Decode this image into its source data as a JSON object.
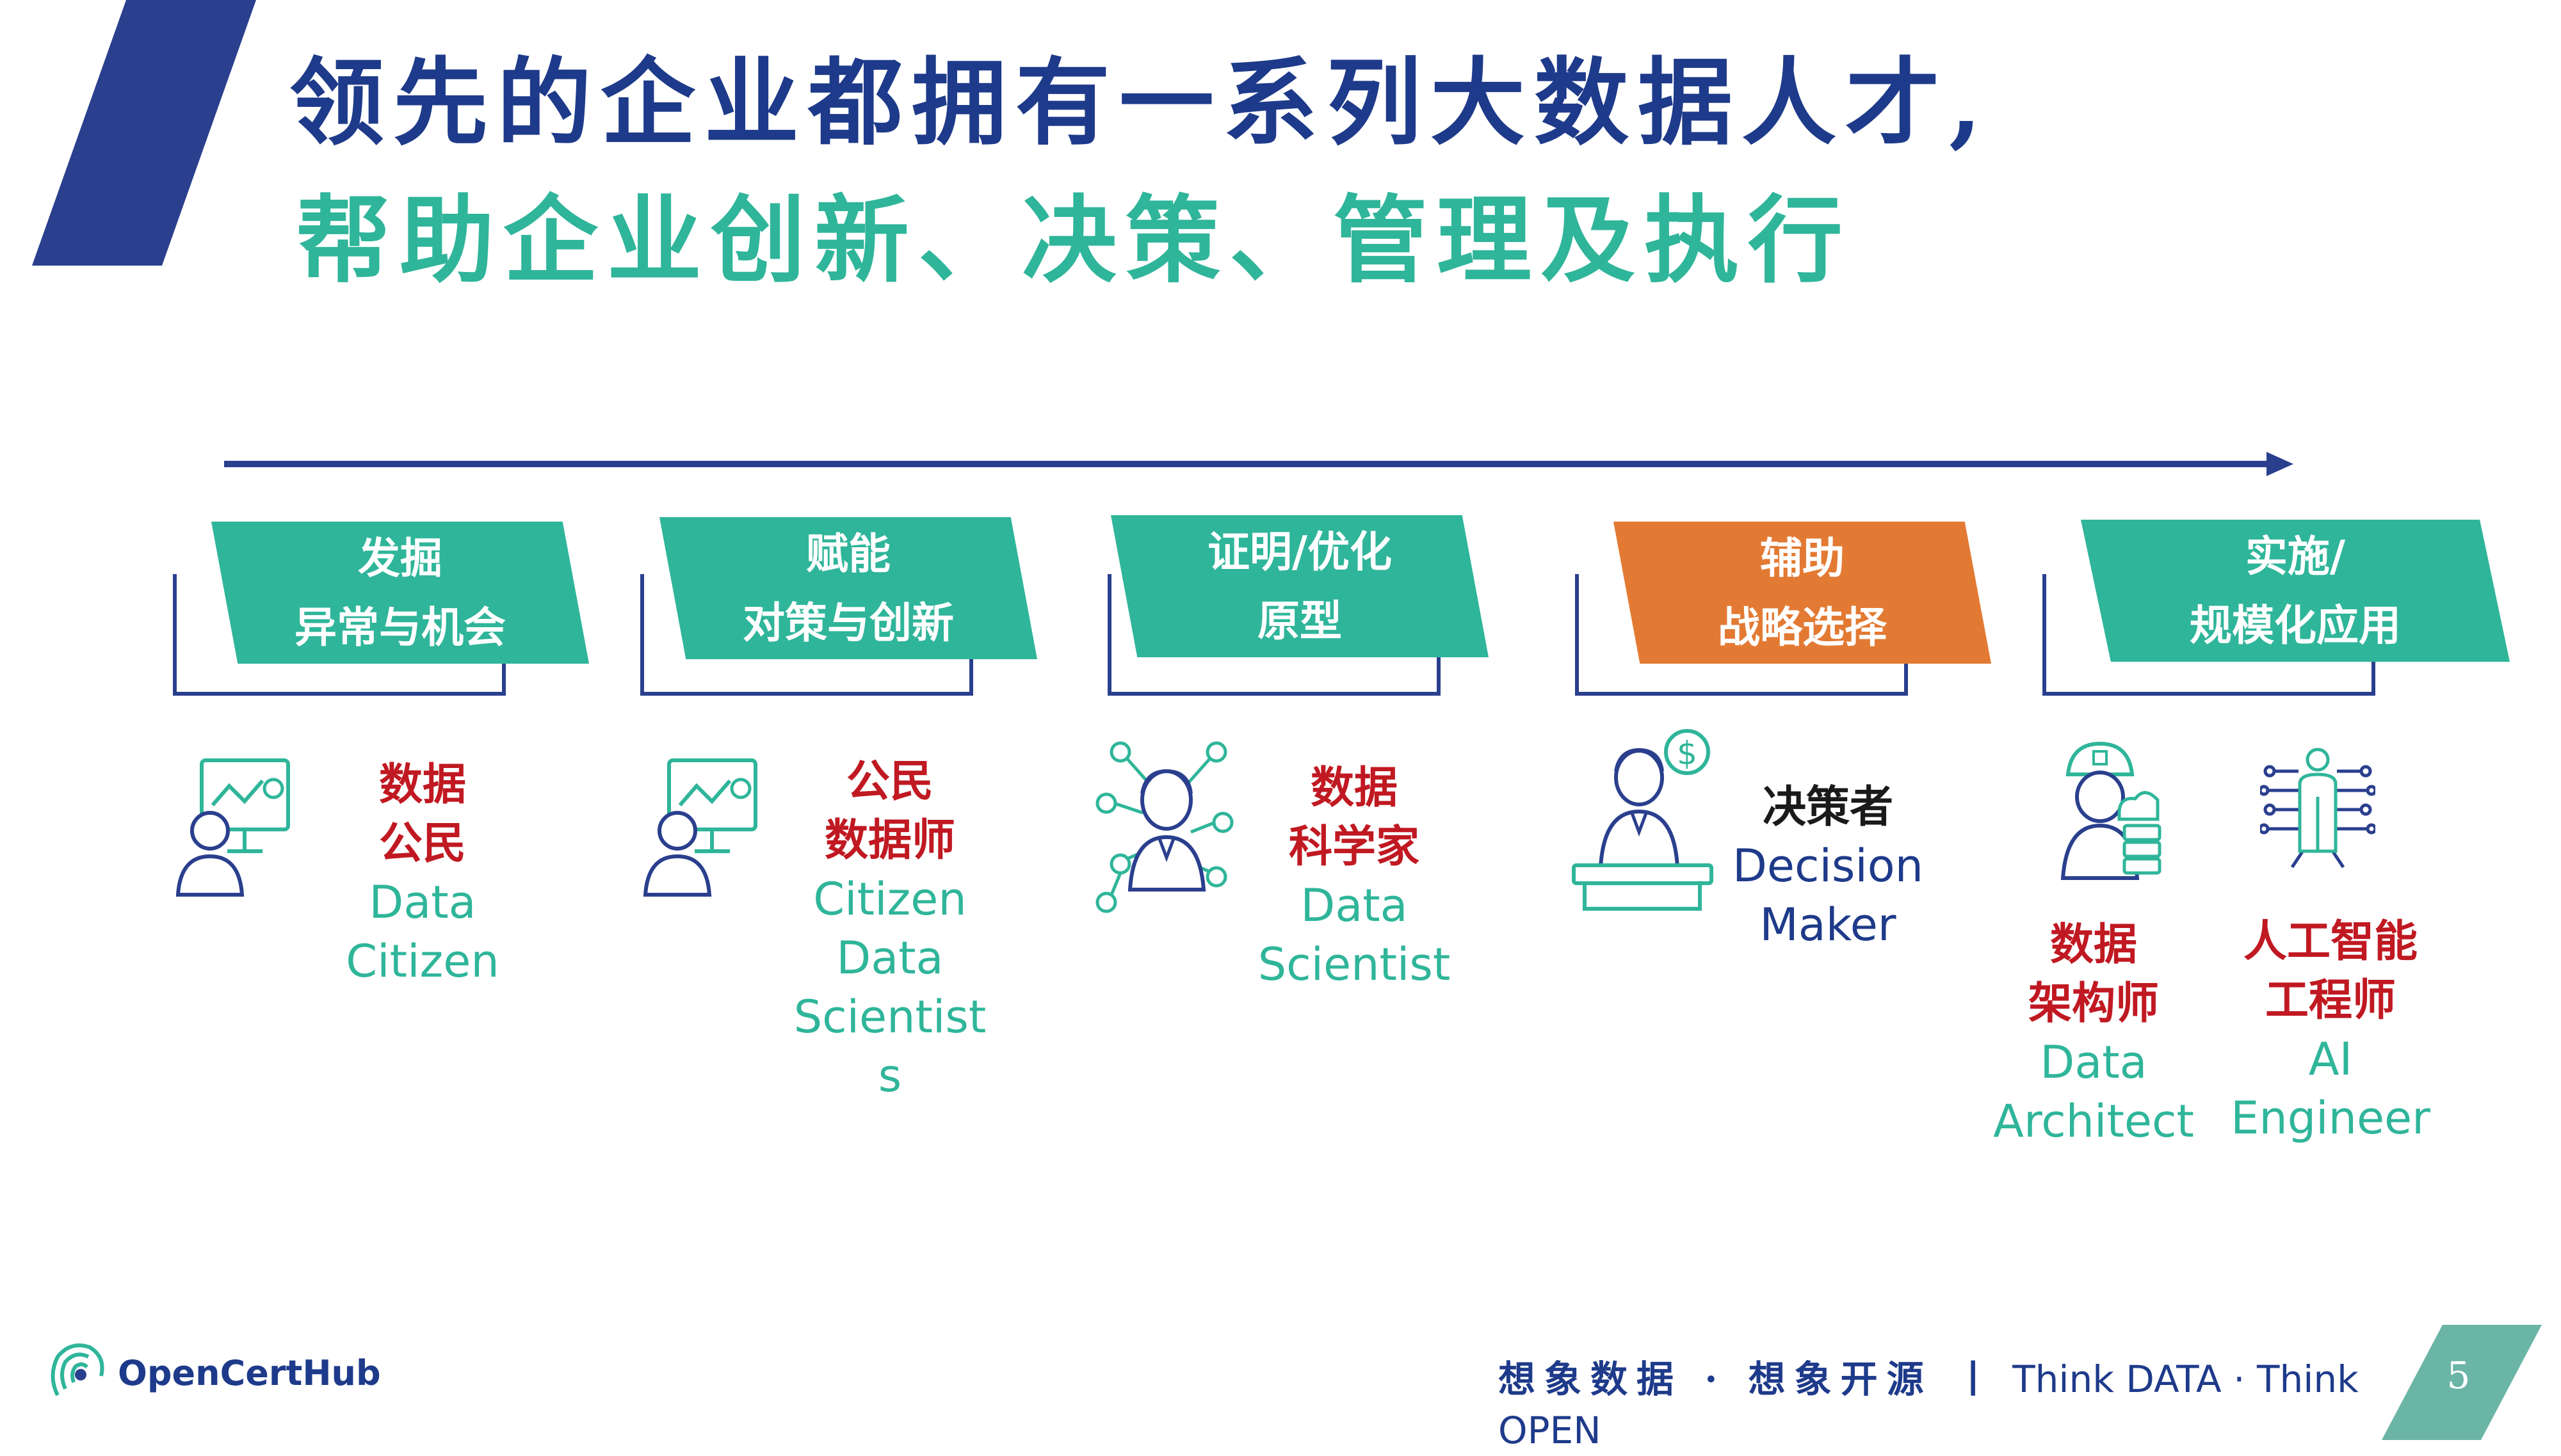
{
  "title": {
    "line1": "领先的企业都拥有一系列大数据人才,",
    "line2": "帮助企业创新、决策、管理及执行"
  },
  "colors": {
    "navy": "#2a3f8d",
    "teal": "#2fb59a",
    "orange": "#e37a33",
    "red": "#c01922"
  },
  "stages": [
    {
      "line1": "发掘",
      "line2": "异常与机会",
      "color": "teal"
    },
    {
      "line1": "赋能",
      "line2": "对策与创新",
      "color": "teal"
    },
    {
      "line1": "证明/优化",
      "line2": "原型",
      "color": "teal"
    },
    {
      "line1": "辅助",
      "line2": "战略选择",
      "color": "orange"
    },
    {
      "line1": "实施/",
      "line2": "规模化应用",
      "color": "teal"
    }
  ],
  "roles": [
    {
      "cn1": "数据",
      "cn2": "公民",
      "en1": "Data",
      "en2": "Citizen",
      "icon": "citizen-monitor-icon"
    },
    {
      "cn1": "公民",
      "cn2": "数据师",
      "en1": "Citizen",
      "en2": "Data",
      "en3": "Scientist",
      "en4": "s",
      "icon": "citizen-scientist-monitor-icon"
    },
    {
      "cn1": "数据",
      "cn2": "科学家",
      "en1": "Data",
      "en2": "Scientist",
      "icon": "network-person-icon"
    },
    {
      "cn1": "决策者",
      "en1": "Decision",
      "en2": "Maker",
      "icon": "decision-maker-podium-icon"
    },
    {
      "cn1": "数据",
      "cn2": "架构师",
      "en1": "Data",
      "en2": "Architect",
      "icon": "engineer-database-icon"
    },
    {
      "cn1": "人工智能",
      "cn2": "工程师",
      "en1": "AI",
      "en2": "Engineer",
      "icon": "ai-circuit-person-icon"
    }
  ],
  "footer": {
    "logo": "OpenCertHub",
    "slogan_cn": "想象数据 · 想象开源 丨",
    "slogan_en": " Think DATA · Think OPEN",
    "page": "5"
  }
}
